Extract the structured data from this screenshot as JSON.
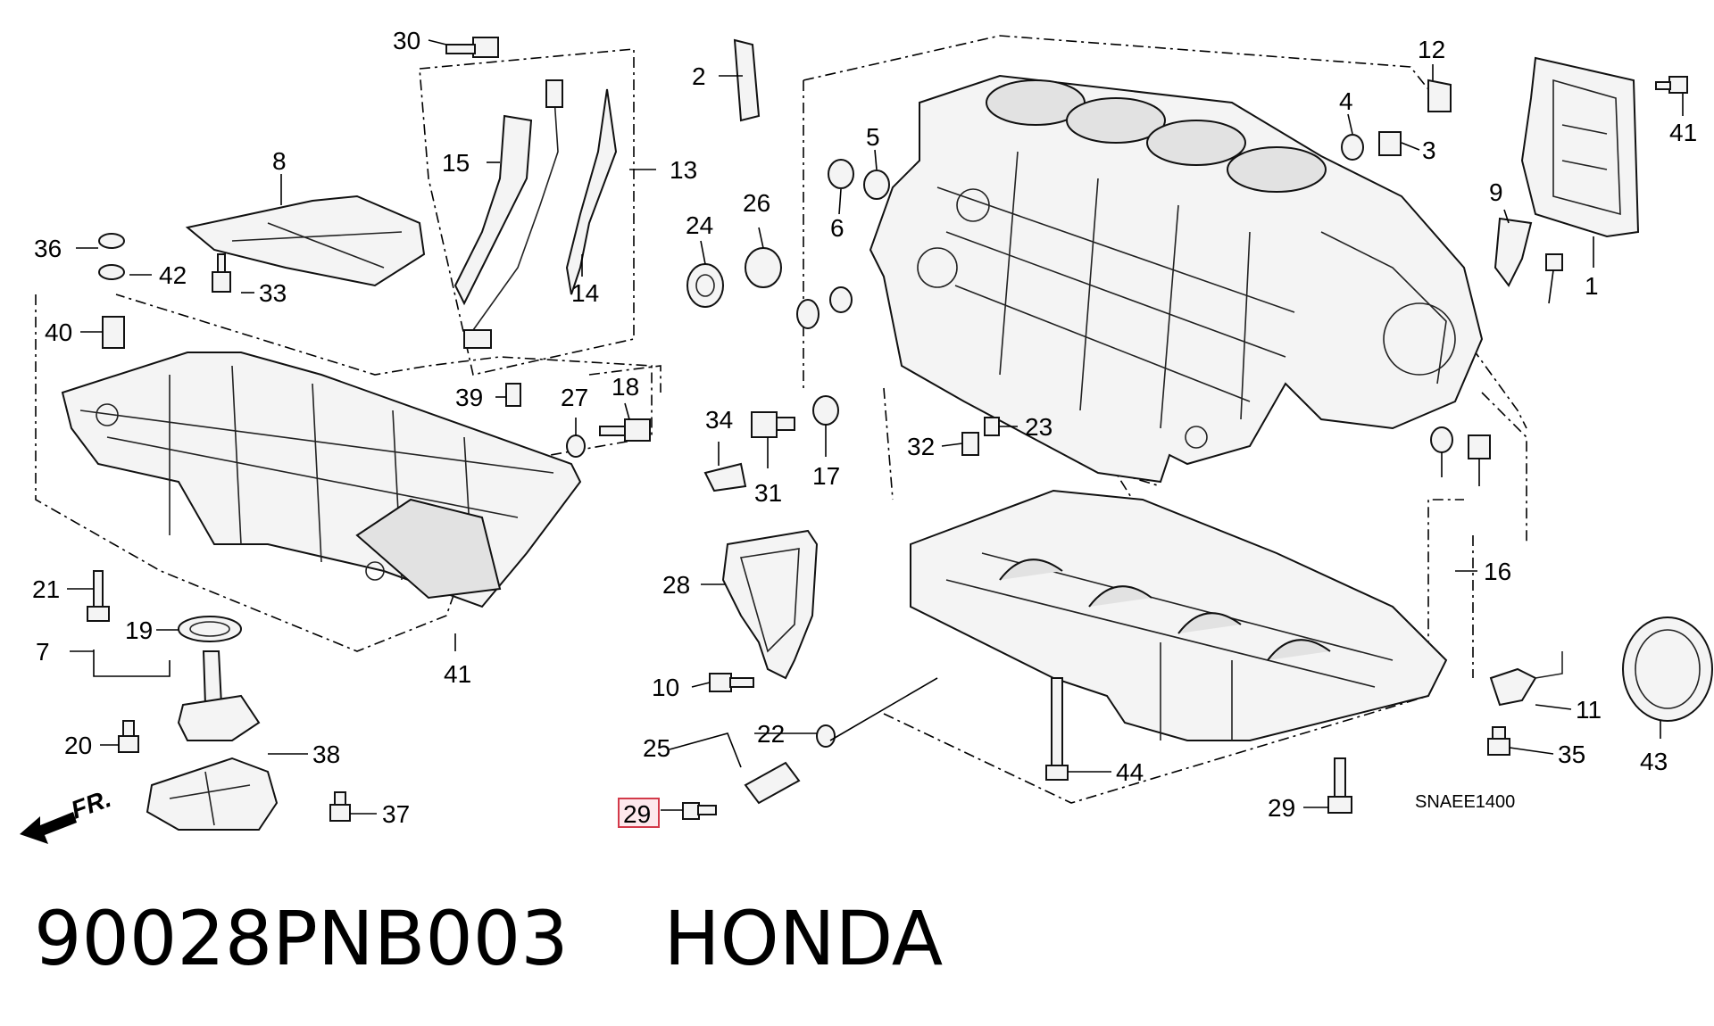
{
  "reference_code": "SNAEE1400",
  "front_label": "FR.",
  "caption": "90028PNB003    HONDA",
  "highlighted_callout": "29",
  "callout_numbers": [
    "30",
    "2",
    "12",
    "4",
    "3",
    "41",
    "5",
    "6",
    "26",
    "24",
    "8",
    "15",
    "13",
    "14",
    "36",
    "42",
    "33",
    "40",
    "39",
    "27",
    "18",
    "34",
    "32",
    "23",
    "31",
    "17",
    "9",
    "1",
    "16",
    "28",
    "21",
    "19",
    "7",
    "41",
    "10",
    "11",
    "35",
    "43",
    "20",
    "38",
    "37",
    "22",
    "25",
    "44",
    "29"
  ],
  "colors": {
    "highlight_fill": "#fde8ec",
    "highlight_stroke": "#d33a4a",
    "line": "#000000"
  }
}
